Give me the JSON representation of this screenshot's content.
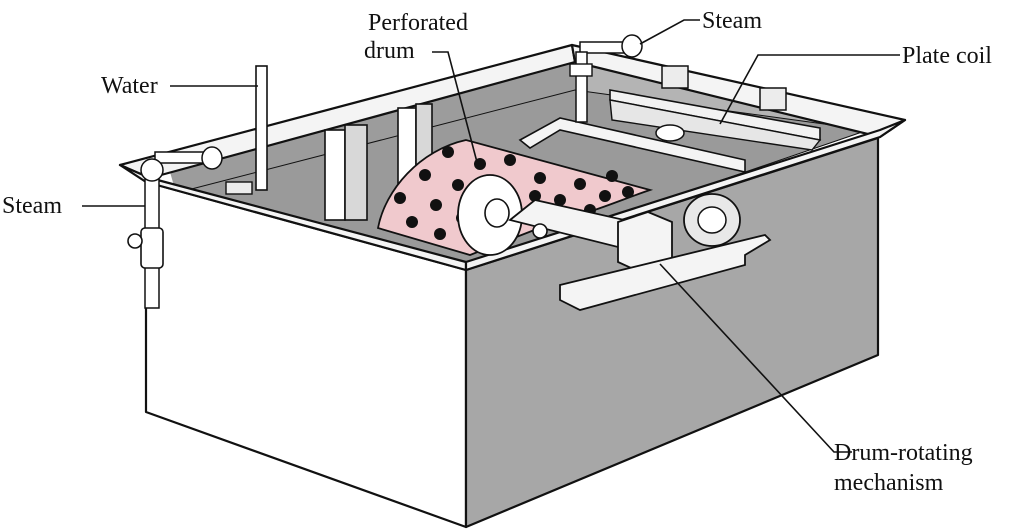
{
  "labels": {
    "perforated_line1": "Perforated",
    "perforated_line2": "drum",
    "steam_top": "Steam",
    "water": "Water",
    "plate_coil": "Plate coil",
    "steam_left": "Steam",
    "drum_rotating_line1": "Drum-rotating",
    "drum_rotating_line2": "mechanism"
  },
  "colors": {
    "tank_side": "#a7a7a7",
    "tank_inner": "#9c9c9c",
    "rim": "#f4f4f4",
    "drum": "#f0c9cd",
    "holes": "#111111",
    "outline": "#111111",
    "white": "#ffffff"
  }
}
